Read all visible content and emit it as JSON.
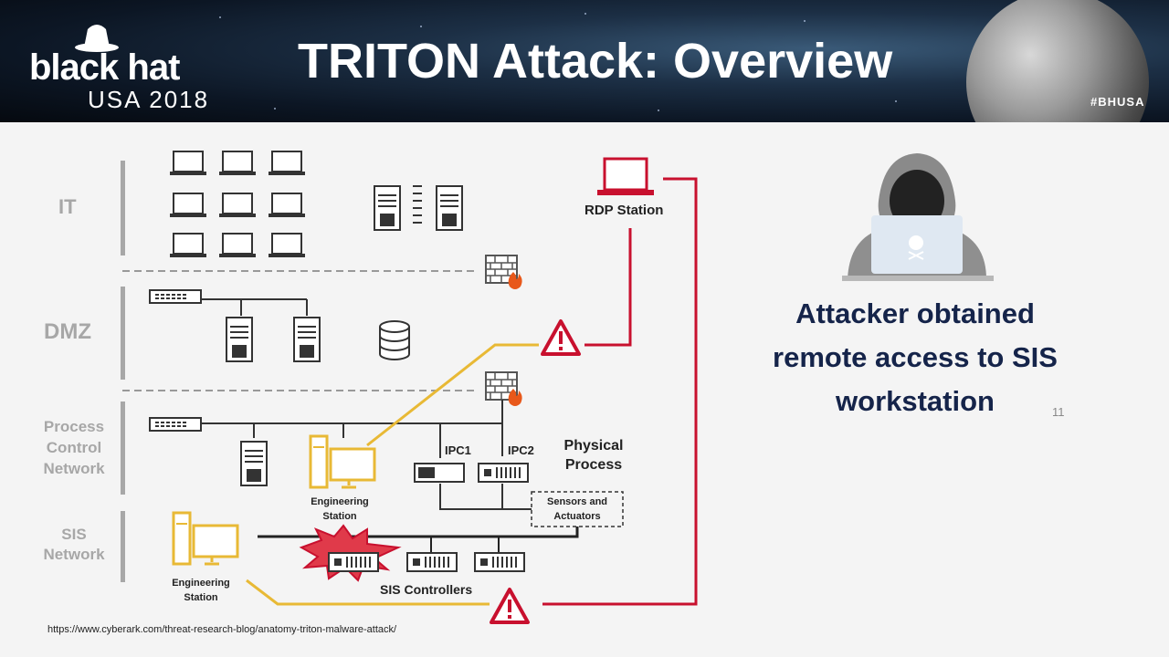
{
  "header": {
    "logo_main": "black hat",
    "logo_sub": "USA 2018",
    "title": "TRITON Attack: Overview",
    "hashtag": "#BHUSA"
  },
  "zones": {
    "it": "IT",
    "dmz": "DMZ",
    "process_control_network": "Process Control Network",
    "sis_network": "SIS Network"
  },
  "diagram": {
    "rdp_station": "RDP Station",
    "physical_process": "Physical Process",
    "ipc1": "IPC1",
    "ipc2": "IPC2",
    "sensors_actuators": "Sensors and Actuators",
    "engineering_station_pcn": "Engineering Station",
    "engineering_station_sis": "Engineering Station",
    "sis_controllers": "SIS Controllers"
  },
  "headline": "Attacker obtained remote access to SIS workstation",
  "slide_number": "11",
  "source_url": "https://www.cyberark.com/threat-research-blog/anatomy-triton-malware-attack/",
  "colors": {
    "attack_red": "#c8102e",
    "engineering_gold": "#e8b935",
    "zone_gray": "#a7a7a7",
    "headline_navy": "#15244a"
  },
  "icons": [
    "laptop-icon",
    "server-icon",
    "firewall-icon",
    "switch-icon",
    "database-icon",
    "warning-icon",
    "workstation-icon",
    "controller-icon",
    "hacker-icon"
  ]
}
